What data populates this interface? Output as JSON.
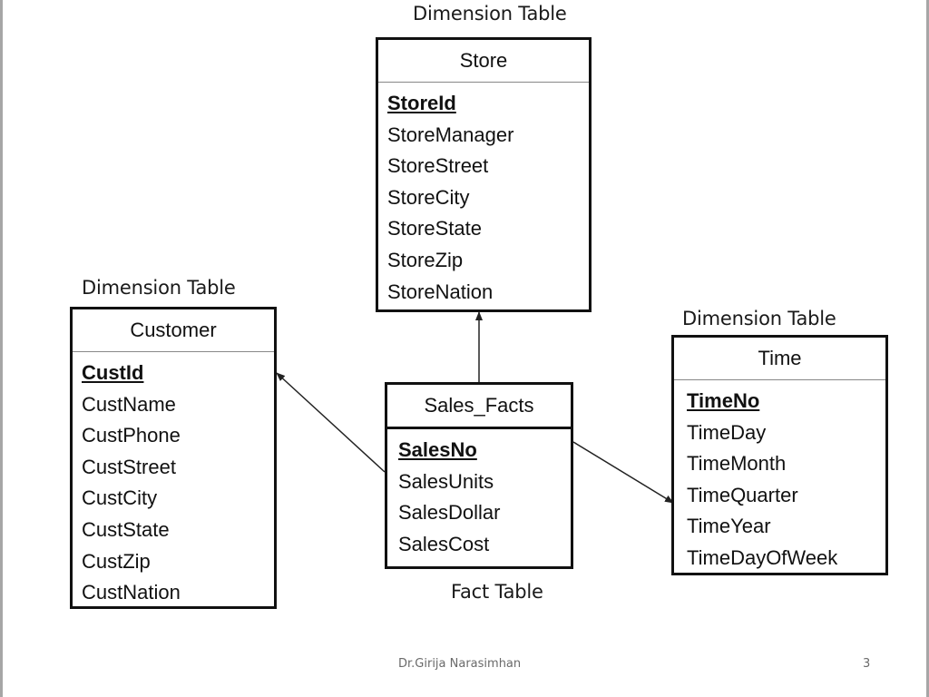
{
  "captions": {
    "store": "Dimension Table",
    "customer": "Dimension Table",
    "time": "Dimension Table",
    "fact": "Fact Table"
  },
  "tables": {
    "store": {
      "name": "Store",
      "fields": [
        "StoreId",
        "StoreManager",
        "StoreStreet",
        "StoreCity",
        "StoreState",
        "StoreZip",
        "StoreNation"
      ]
    },
    "customer": {
      "name": "Customer",
      "fields": [
        "CustId",
        "CustName",
        "CustPhone",
        "CustStreet",
        "CustCity",
        "CustState",
        "CustZip",
        "CustNation"
      ]
    },
    "sales_facts": {
      "name": "Sales_Facts",
      "fields": [
        "SalesNo",
        "SalesUnits",
        "SalesDollar",
        "SalesCost"
      ]
    },
    "time": {
      "name": "Time",
      "fields": [
        "TimeNo",
        "TimeDay",
        "TimeMonth",
        "TimeQuarter",
        "TimeYear",
        "TimeDayOfWeek"
      ]
    }
  },
  "footer": {
    "author": "Dr.Girija Narasimhan",
    "page_number": "3"
  }
}
